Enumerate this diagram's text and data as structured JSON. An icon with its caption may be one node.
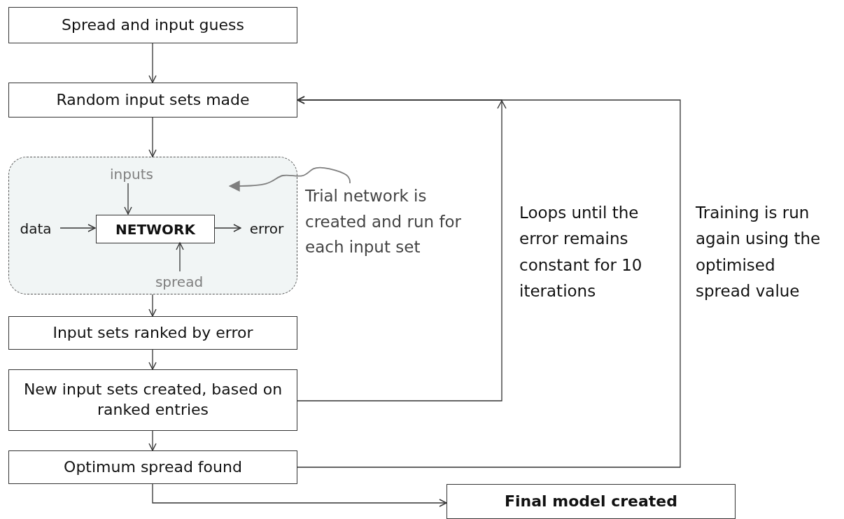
{
  "diagram": {
    "nodes": [
      {
        "text": [
          "Spread and input guess"
        ]
      },
      {
        "text": [
          "Random input sets made"
        ]
      },
      {
        "text": [],
        "shape": "box"
      },
      {
        "text": [
          "inputs"
        ],
        "in": 2
      },
      {
        "text": [
          "data"
        ],
        "in": 2
      },
      {
        "text": [
          "NETWORK"
        ],
        "in": 2
      },
      {
        "text": [
          "error"
        ],
        "in": 2
      },
      {
        "text": [
          "spread"
        ],
        "in": 2
      },
      {
        "text": [
          "Trial network is created and run for each input set"
        ]
      },
      {
        "text": [
          "Input sets ranked by error"
        ]
      },
      {
        "text": [
          "New input sets created, based on ranked entries"
        ]
      },
      {
        "text": [
          "Optimum spread found"
        ]
      },
      {
        "text": [
          "Final model created"
        ]
      }
    ],
    "edges": [
      {
        "from": 0,
        "to": 1,
        "arrow": "to"
      },
      {
        "from": 1,
        "to": 2,
        "arrow": "to"
      },
      {
        "from": 3,
        "to": 5,
        "arrow": "to"
      },
      {
        "from": 4,
        "to": 5,
        "arrow": "to"
      },
      {
        "from": 5,
        "to": 6,
        "arrow": "to"
      },
      {
        "from": 7,
        "to": 5,
        "arrow": "to"
      },
      {
        "from": 8,
        "to": 2,
        "arrow": "to",
        "color": "#7f7f7f"
      },
      {
        "from": 2,
        "to": 9,
        "arrow": "to"
      },
      {
        "from": 9,
        "to": 10,
        "arrow": "to"
      },
      {
        "from": 10,
        "to": 11,
        "arrow": "to"
      },
      {
        "from": 10,
        "to": 1,
        "arrow": "to",
        "label": "Loops until the error remains constant for 10 iterations"
      },
      {
        "from": 11,
        "to": 1,
        "arrow": "to",
        "label": "Training is run again using the optimised spread value"
      },
      {
        "from": 11,
        "to": 12,
        "arrow": "to"
      }
    ]
  }
}
